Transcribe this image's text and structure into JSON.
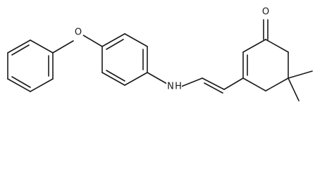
{
  "atoms": {
    "oxygen_ether": "O",
    "nitrogen_amine": "N",
    "hydrogen_amine": "H",
    "oxygen_carbonyl": "O"
  },
  "colors": {
    "bond": "#1a1a1a",
    "background": "#ffffff"
  }
}
